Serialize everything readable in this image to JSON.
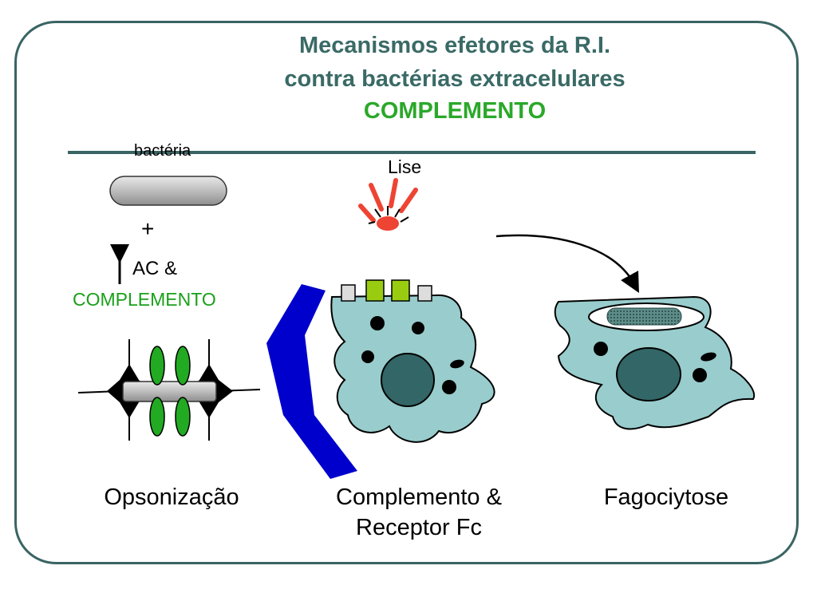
{
  "title": {
    "line1": "Mecanismos efetores da R.I.",
    "line2": "contra bactérias extracelulares",
    "line3": "COMPLEMENTO"
  },
  "labels": {
    "bacteria": "bactéria",
    "lise": "Lise",
    "plus": "+",
    "ac": "AC &",
    "complemento": "COMPLEMENTO"
  },
  "captions": {
    "opsonizacao": "Opsonização",
    "receptor_line1": "Complemento &",
    "receptor_line2": "Receptor Fc",
    "fagocitose": "Fagociytose"
  },
  "colors": {
    "border": "#3a6464",
    "title": "#3a6a66",
    "highlight_green": "#2aa82a",
    "cell": "#99cccc",
    "nucleus": "#336666",
    "receptor_band": "#0000cc",
    "complement_green": "#22aa22",
    "lysis_red": "#ee4433"
  }
}
